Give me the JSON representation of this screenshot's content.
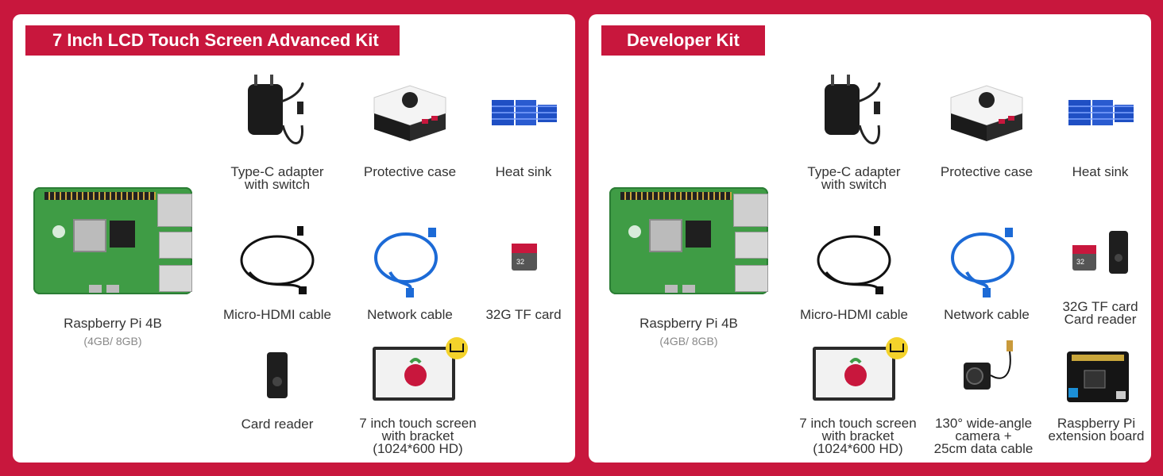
{
  "left_kit": {
    "title": "7 Inch LCD Touch Screen Advanced Kit",
    "pi": {
      "label": "Raspberry Pi 4B",
      "sub": "(4GB/ 8GB)"
    },
    "items": [
      {
        "line1": "Type-C adapter",
        "line2": "with switch"
      },
      {
        "line1": "Protective case"
      },
      {
        "line1": "Heat sink"
      },
      {
        "line1": "Micro-HDMI cable"
      },
      {
        "line1": "Network cable"
      },
      {
        "line1": "32G TF card"
      },
      {
        "line1": "Card reader"
      },
      {
        "line1": "7 inch touch screen",
        "line2": "with bracket",
        "line3": "(1024*600 HD)"
      }
    ]
  },
  "right_kit": {
    "title": "Developer Kit",
    "pi": {
      "label": "Raspberry Pi 4B",
      "sub": "(4GB/ 8GB)"
    },
    "items": [
      {
        "line1": "Type-C adapter",
        "line2": "with switch"
      },
      {
        "line1": "Protective case"
      },
      {
        "line1": "Heat sink"
      },
      {
        "line1": "Micro-HDMI cable"
      },
      {
        "line1": "Network cable"
      },
      {
        "line1": "32G TF card",
        "line2": "Card reader"
      },
      {
        "line1": "7 inch touch screen",
        "line2": "with bracket",
        "line3": "(1024*600 HD)"
      },
      {
        "line1": "130° wide-angle",
        "line2": "camera +",
        "line3": "25cm data cable"
      },
      {
        "line1": "Raspberry Pi",
        "line2": "extension board"
      }
    ]
  },
  "tf_card_text": "32",
  "colors": {
    "brand_red": "#c8173d",
    "heatsink_blue": "#1f4fc4",
    "cable_blue": "#1c6ad6"
  }
}
